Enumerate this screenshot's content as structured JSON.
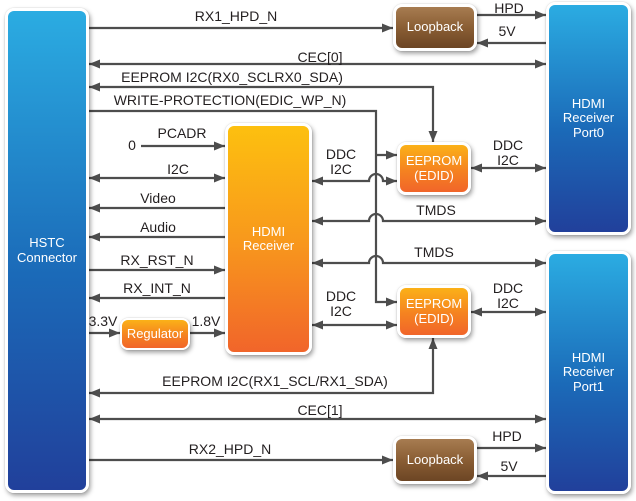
{
  "colors": {
    "line": "#4D4D4D",
    "label_text": "#231F20",
    "block_text": "#FFFFFF",
    "blue_top": "#2BACE2",
    "blue_bottom": "#21409B",
    "orange_top": "#FDC00F",
    "orange_bottom": "#F1652A",
    "brown_top": "#A77C51",
    "brown_bottom": "#6C4524"
  },
  "blocks": {
    "hstc_connector": {
      "line1": "HSTC",
      "line2": "Connector"
    },
    "hdmi_receiver": {
      "line1": "HDMI",
      "line2": "Receiver"
    },
    "loopback_top": {
      "label": "Loopback"
    },
    "loopback_bottom": {
      "label": "Loopback"
    },
    "eeprom_edid_top": {
      "line1": "EEPROM",
      "line2": "(EDID)"
    },
    "eeprom_edid_bottom": {
      "line1": "EEPROM",
      "line2": "(EDID)"
    },
    "regulator": {
      "label": "Regulator"
    },
    "hdmi_receiver_port0": {
      "line1": "HDMI",
      "line2": "Receiver",
      "line3": "Port0"
    },
    "hdmi_receiver_port1": {
      "line1": "HDMI",
      "line2": "Receiver",
      "line3": "Port1"
    }
  },
  "signals": {
    "rx1_hpd_n": "RX1_HPD_N",
    "cec_0": "CEC[0]",
    "eeprom_i2c_rx0": "EEPROM I2C(RX0_SCLRX0_SDA)",
    "write_protection": "WRITE-PROTECTION(EDIC_WP_N)",
    "pcadr_value": "0",
    "pcadr": "PCADR",
    "i2c": "I2C",
    "video": "Video",
    "audio": "Audio",
    "rx_rst_n": "RX_RST_N",
    "rx_int_n": "RX_INT_N",
    "v3_3": "3.3V",
    "v1_8": "1.8V",
    "eeprom_i2c_rx1": "EEPROM I2C(RX1_SCL/RX1_SDA)",
    "cec_1": "CEC[1]",
    "rx2_hpd_n": "RX2_HPD_N",
    "hpd": "HPD",
    "v5": "5V",
    "ddc": "DDC",
    "ddc_i2c": "I2C",
    "tmds": "TMDS"
  }
}
